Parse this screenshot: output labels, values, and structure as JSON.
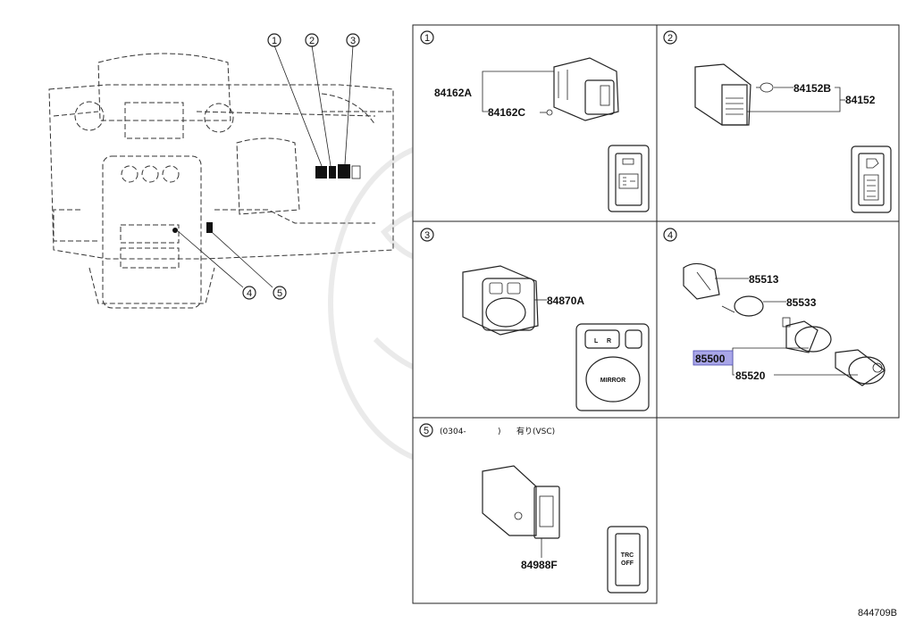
{
  "callouts": {
    "c1": "1",
    "c2": "2",
    "c3": "3",
    "c4": "4",
    "c5": "5"
  },
  "panels": {
    "p1": {
      "number": "1",
      "parts": [
        "84162A",
        "84162C"
      ]
    },
    "p2": {
      "number": "2",
      "parts": [
        "84152B",
        "84152"
      ]
    },
    "p3": {
      "number": "3",
      "parts": [
        "84870A"
      ],
      "switch_left": "L",
      "switch_right": "R",
      "switch_center": "MIRROR"
    },
    "p4": {
      "number": "4",
      "parts": [
        "85513",
        "85533",
        "85500",
        "85520"
      ],
      "highlighted": "85500",
      "highlight_color": "#a9a6e8"
    },
    "p5": {
      "number": "5",
      "note_start": "(0304-",
      "note_end": ")",
      "note_cond": "有り(VSC)",
      "parts": [
        "84988F"
      ],
      "button_line1": "TRC",
      "button_line2": "OFF"
    }
  },
  "diagram_code": "844709B"
}
